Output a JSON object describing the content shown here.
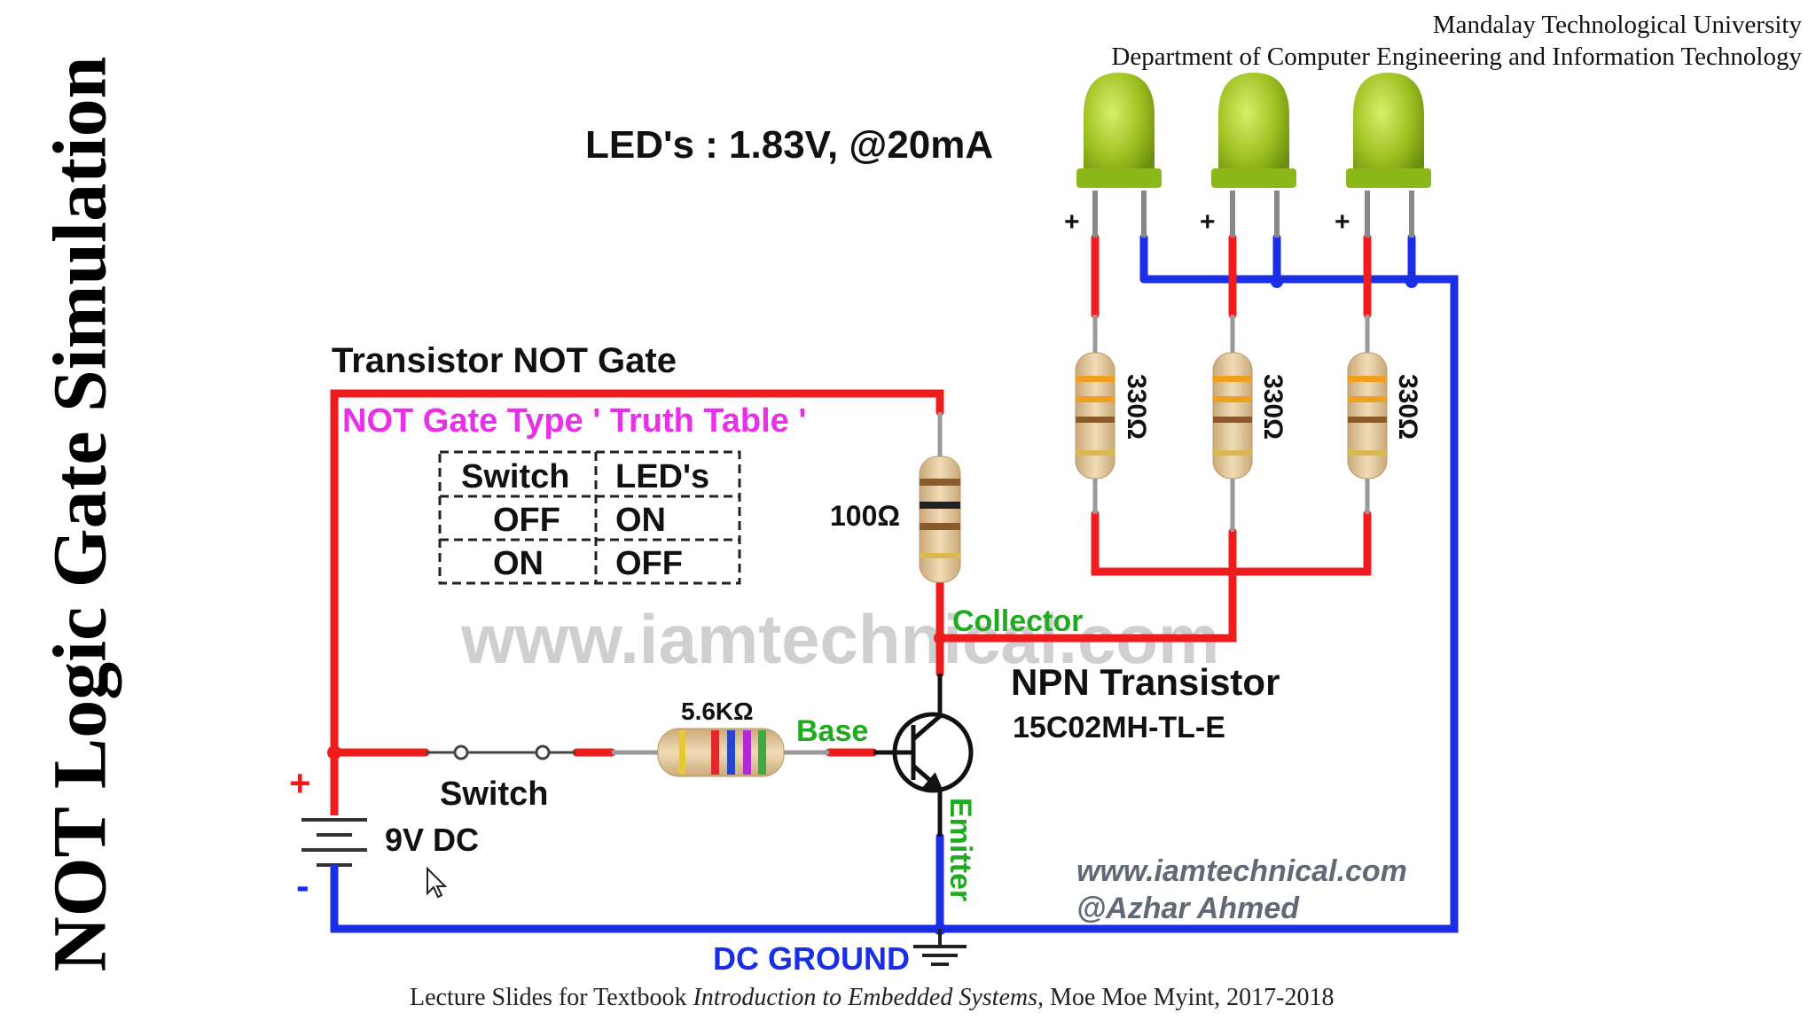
{
  "header": {
    "university": "Mandalay Technological University",
    "department": "Department of Computer Engineering and Information Technology"
  },
  "slide_title": "NOT Logic Gate Simulation",
  "footer": {
    "prefix": "Lecture Slides for Textbook ",
    "book": "Introduction to Embedded Systems",
    "suffix": ", Moe Moe Myint, 2017-2018"
  },
  "diagram": {
    "led_spec": "LED's : 1.83V, @20mA",
    "gate_title": "Transistor NOT Gate",
    "truth_table_title": "NOT Gate Type ' Truth Table '",
    "truth_table": {
      "headers": [
        "Switch",
        "LED's"
      ],
      "rows": [
        [
          "OFF",
          "ON"
        ],
        [
          "ON",
          "OFF"
        ]
      ]
    },
    "collector_resistor": "100Ω",
    "led_resistors": [
      "330Ω",
      "330Ω",
      "330Ω"
    ],
    "base_resistor": "5.6KΩ",
    "collector_label": "Collector",
    "base_label": "Base",
    "emitter_label": "Emitter",
    "transistor_name": "NPN Transistor",
    "transistor_part": "15C02MH-TL-E",
    "switch_label": "Switch",
    "battery_label": "9V DC",
    "plus_sign": "+",
    "minus_sign": "-",
    "ground_label": "DC GROUND",
    "watermark": "www.iamtechnical.com",
    "credit_url": "www.iamtechnical.com",
    "credit_author": "@Azhar Ahmed",
    "led_plus_marks": [
      "+",
      "+",
      "+"
    ]
  },
  "colors": {
    "red_wire": "#ee1c1c",
    "blue_wire": "#1a2ee6",
    "label_green": "#1faa1f",
    "magenta": "#e830e8",
    "ground_blue": "#1a2ee6",
    "led_green": "#9cc020",
    "credit_gray": "#5f6a76"
  }
}
